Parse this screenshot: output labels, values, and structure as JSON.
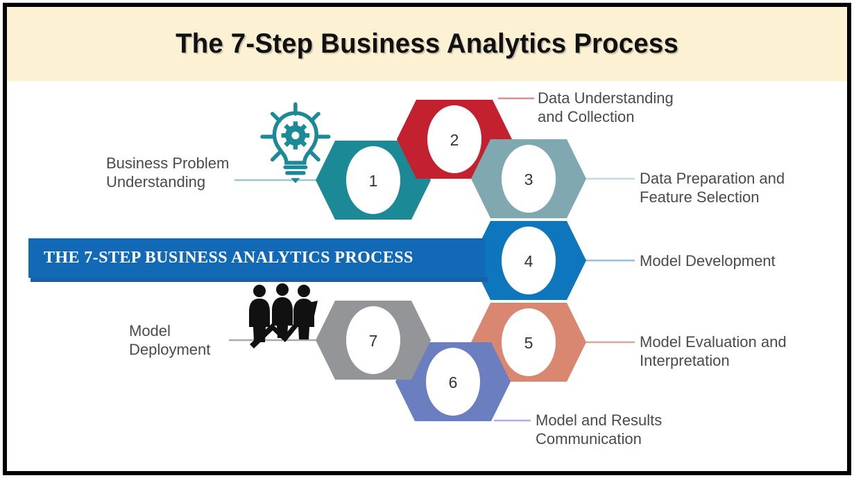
{
  "title": {
    "text": "The 7-Step Business Analytics Process"
  },
  "ribbon": {
    "text": "THE 7-STEP BUSINESS ANALYTICS PROCESS",
    "color": "#1269b6"
  },
  "colors": {
    "banner_background": "#fdf1d3",
    "canvas_background": "#ffffff",
    "frame": "#000000",
    "label_text": "#4a4a4a"
  },
  "icons": {
    "lightbulb": {
      "name": "lightbulb-gear-icon",
      "color": "#1c8a96"
    },
    "people_growth": {
      "name": "people-growth-arrow-icon",
      "color": "#111111"
    }
  },
  "steps": [
    {
      "number": "1",
      "label": "Business Problem\nUnderstanding",
      "color": "#1c8a96",
      "side": "left"
    },
    {
      "number": "2",
      "label": "Data Understanding\nand Collection",
      "color": "#c32030",
      "side": "right"
    },
    {
      "number": "3",
      "label": "Data Preparation and\nFeature Selection",
      "color": "#7fa8b0",
      "side": "right"
    },
    {
      "number": "4",
      "label": "Model Development",
      "color": "#0e76bc",
      "side": "right"
    },
    {
      "number": "5",
      "label": "Model Evaluation and\nInterpretation",
      "color": "#d98770",
      "side": "right"
    },
    {
      "number": "6",
      "label": "Model and Results\nCommunication",
      "color": "#6b7fc0",
      "side": "right"
    },
    {
      "number": "7",
      "label": "Model\nDeployment",
      "color": "#939598",
      "side": "left"
    }
  ]
}
